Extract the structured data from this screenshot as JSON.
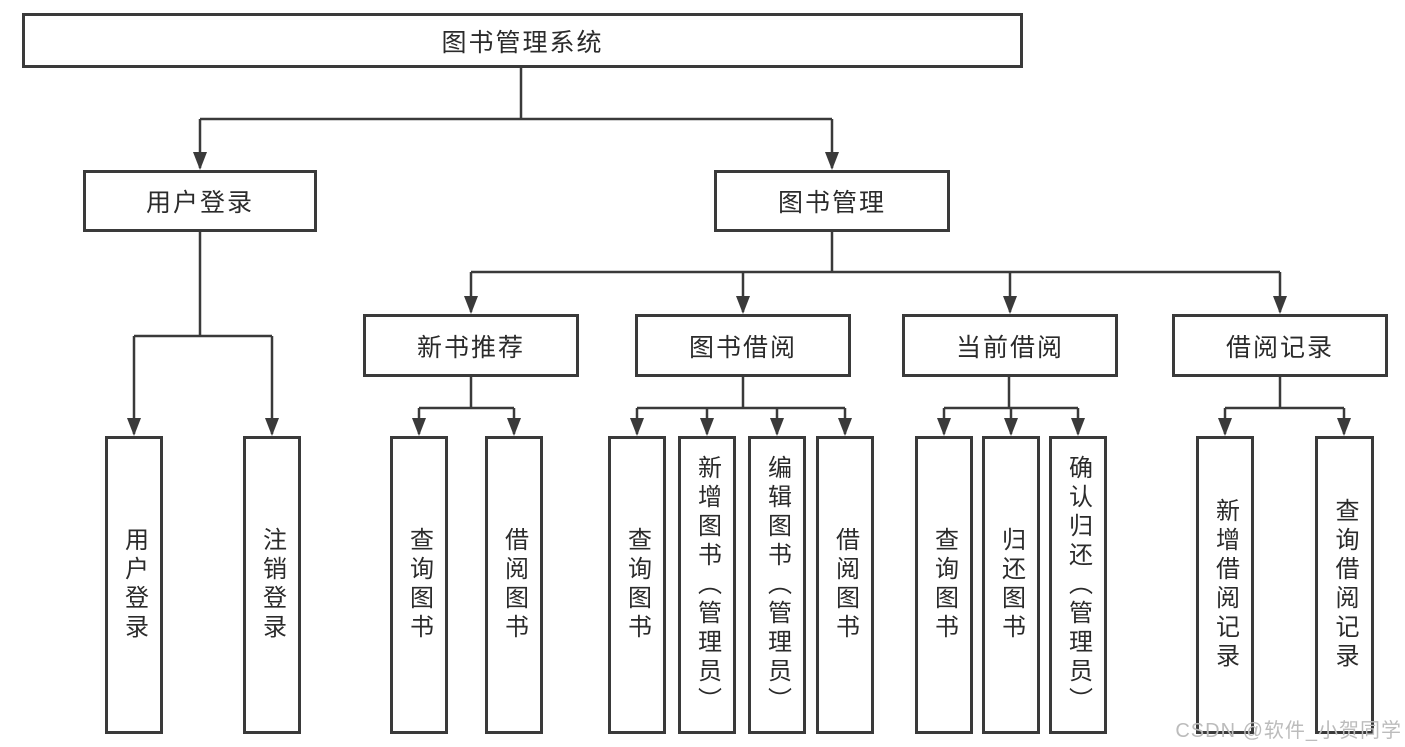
{
  "diagram_type": "hierarchy-tree",
  "tree": {
    "label": "图书管理系统",
    "children": [
      {
        "label": "用户登录",
        "children": [
          {
            "label": "用户登录"
          },
          {
            "label": "注销登录"
          }
        ]
      },
      {
        "label": "图书管理",
        "children": [
          {
            "label": "新书推荐",
            "children": [
              {
                "label": "查询图书"
              },
              {
                "label": "借阅图书"
              }
            ]
          },
          {
            "label": "图书借阅",
            "children": [
              {
                "label": "查询图书"
              },
              {
                "label": "新增图书（管理员）"
              },
              {
                "label": "编辑图书（管理员）"
              },
              {
                "label": "借阅图书"
              }
            ]
          },
          {
            "label": "当前借阅",
            "children": [
              {
                "label": "查询图书"
              },
              {
                "label": "归还图书"
              },
              {
                "label": "确认归还（管理员）"
              }
            ]
          },
          {
            "label": "借阅记录",
            "children": [
              {
                "label": "新增借阅记录"
              },
              {
                "label": "查询借阅记录"
              }
            ]
          }
        ]
      }
    ]
  },
  "watermark": {
    "text": "CSDN @软件_小贺同学"
  },
  "colors": {
    "line": "#3a3a3a",
    "text": "#2b2b2b",
    "box_background": "#ffffff",
    "page_background": "#ffffff",
    "watermark": "#bcbcbc"
  }
}
